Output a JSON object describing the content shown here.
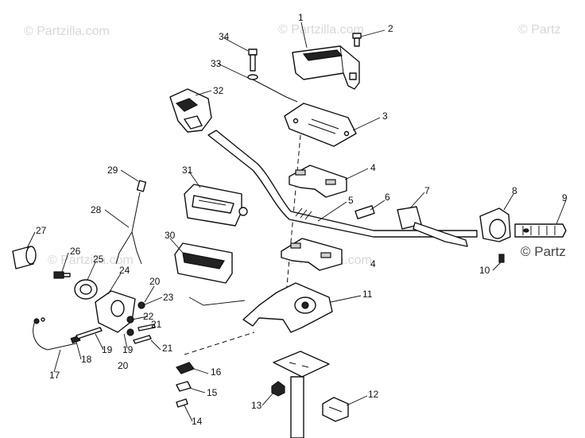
{
  "watermarks": {
    "top_left": "© Partzilla.com",
    "top_center": "© Partzilla.com",
    "top_right": "© Partz",
    "mid_left": "© Partzilla.com",
    "mid_center": "© Partzilla.com",
    "right_edge": "© Partz"
  },
  "callouts": [
    "1",
    "2",
    "3",
    "4",
    "4",
    "5",
    "6",
    "7",
    "8",
    "9",
    "10",
    "11",
    "12",
    "13",
    "14",
    "15",
    "16",
    "17",
    "18",
    "19",
    "19",
    "20",
    "20",
    "21",
    "21",
    "22",
    "23",
    "24",
    "25",
    "26",
    "27",
    "28",
    "29",
    "30",
    "31",
    "32",
    "33",
    "34"
  ]
}
